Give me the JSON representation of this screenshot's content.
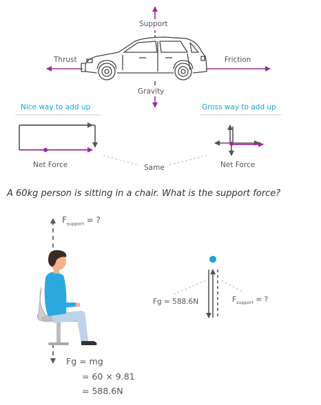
{
  "top": {
    "labels": {
      "support": "Support",
      "thrust": "Thrust",
      "friction": "Friction",
      "gravity": "Gravity"
    }
  },
  "compare": {
    "nice_title": "Nice way to add up",
    "gross_title": "Gross way to add up",
    "net_force_left": "Net Force",
    "net_force_right": "Net Force",
    "same": "Same"
  },
  "question": "A 60kg person is sitting in a chair. What is the support force?",
  "person": {
    "f_letter": "F",
    "f_sub": "support",
    "f_suffix": " = ?",
    "fg_line1": "Fg = mg",
    "fg_line2": "= 60 × 9.81",
    "fg_line3": "= 588.6N"
  },
  "fbd": {
    "fg_label": "Fg = 588.6N",
    "f_letter": "F",
    "f_sub": "support",
    "f_suffix": " = ?"
  },
  "colors": {
    "accent": "#1aa3d8",
    "arrow": "#9b2b9c",
    "line": "#555555",
    "dot": "#1aa3d8",
    "shirt": "#2ba9df",
    "pants": "#bcd3ea"
  }
}
